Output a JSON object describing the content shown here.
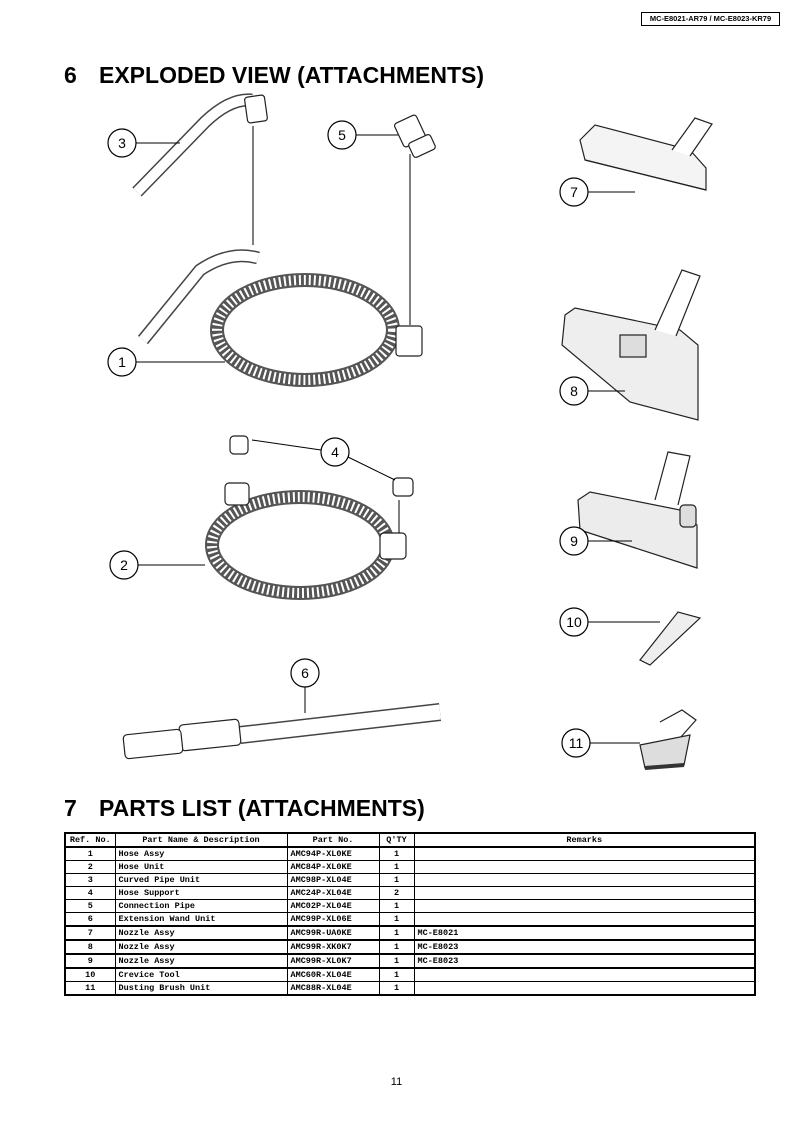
{
  "header": {
    "model": "MC-E8021-AR79 / MC-E8023-KR79"
  },
  "section6": {
    "number": "6",
    "title": "EXPLODED VIEW (ATTACHMENTS)"
  },
  "callouts": [
    "1",
    "2",
    "3",
    "4",
    "5",
    "6",
    "7",
    "8",
    "9",
    "10",
    "11"
  ],
  "section7": {
    "number": "7",
    "title": "PARTS LIST (ATTACHMENTS)"
  },
  "parts_table": {
    "headers": [
      "Ref. No.",
      "Part Name & Description",
      "Part No.",
      "Q'TY",
      "Remarks"
    ],
    "rows": [
      [
        "1",
        "Hose Assy",
        "AMC94P-XL0KE",
        "1",
        ""
      ],
      [
        "2",
        "Hose Unit",
        "AMC84P-XL0KE",
        "1",
        ""
      ],
      [
        "3",
        "Curved Pipe Unit",
        "AMC98P-XL04E",
        "1",
        ""
      ],
      [
        "4",
        "Hose Support",
        "AMC24P-XL04E",
        "2",
        ""
      ],
      [
        "5",
        "Connection Pipe",
        "AMC02P-XL04E",
        "1",
        ""
      ],
      [
        "6",
        "Extension Wand Unit",
        "AMC99P-XL06E",
        "1",
        ""
      ],
      [
        "7",
        "Nozzle Assy",
        "AMC99R-UA0KE",
        "1",
        "MC-E8021"
      ],
      [
        "8",
        "Nozzle Assy",
        "AMC99R-XK0K7",
        "1",
        "MC-E8023"
      ],
      [
        "9",
        "Nozzle Assy",
        "AMC99R-XL0K7",
        "1",
        "MC-E8023"
      ],
      [
        "10",
        "Crevice Tool",
        "AMC60R-XL04E",
        "1",
        ""
      ],
      [
        "11",
        "Dusting Brush Unit",
        "AMC88R-XL04E",
        "1",
        ""
      ]
    ]
  },
  "footer": {
    "page": "11"
  }
}
